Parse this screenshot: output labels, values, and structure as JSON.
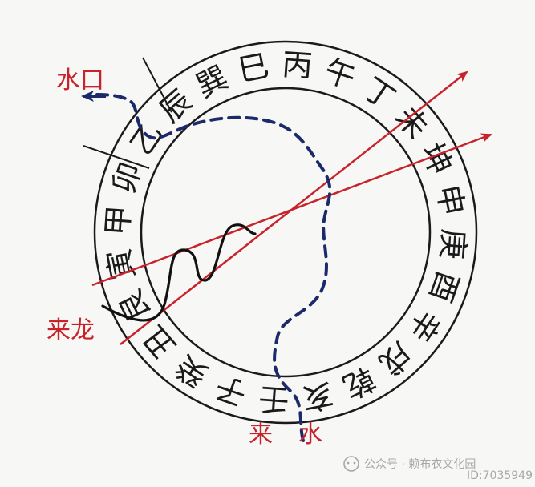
{
  "ring_characters": [
    "巽",
    "巳",
    "丙",
    "午",
    "丁",
    "未",
    "坤",
    "申",
    "庚",
    "酉",
    "辛",
    "戌",
    "乾",
    "亥",
    "壬",
    "子",
    "癸",
    "丑",
    "艮",
    "寅",
    "甲",
    "卯",
    "乙",
    "辰"
  ],
  "labels": {
    "water_outlet": "水口",
    "incoming_dragon": "来龙",
    "incoming_water_1": "来",
    "incoming_water_2": "水"
  },
  "watermark": {
    "text": "公众号 · 赖布衣文化园",
    "sub": "ID:7035949"
  },
  "colors": {
    "ring": "#1a1a1a",
    "red_line": "#c8222b",
    "water_path": "#1c2a6b",
    "dragon": "#111111"
  }
}
